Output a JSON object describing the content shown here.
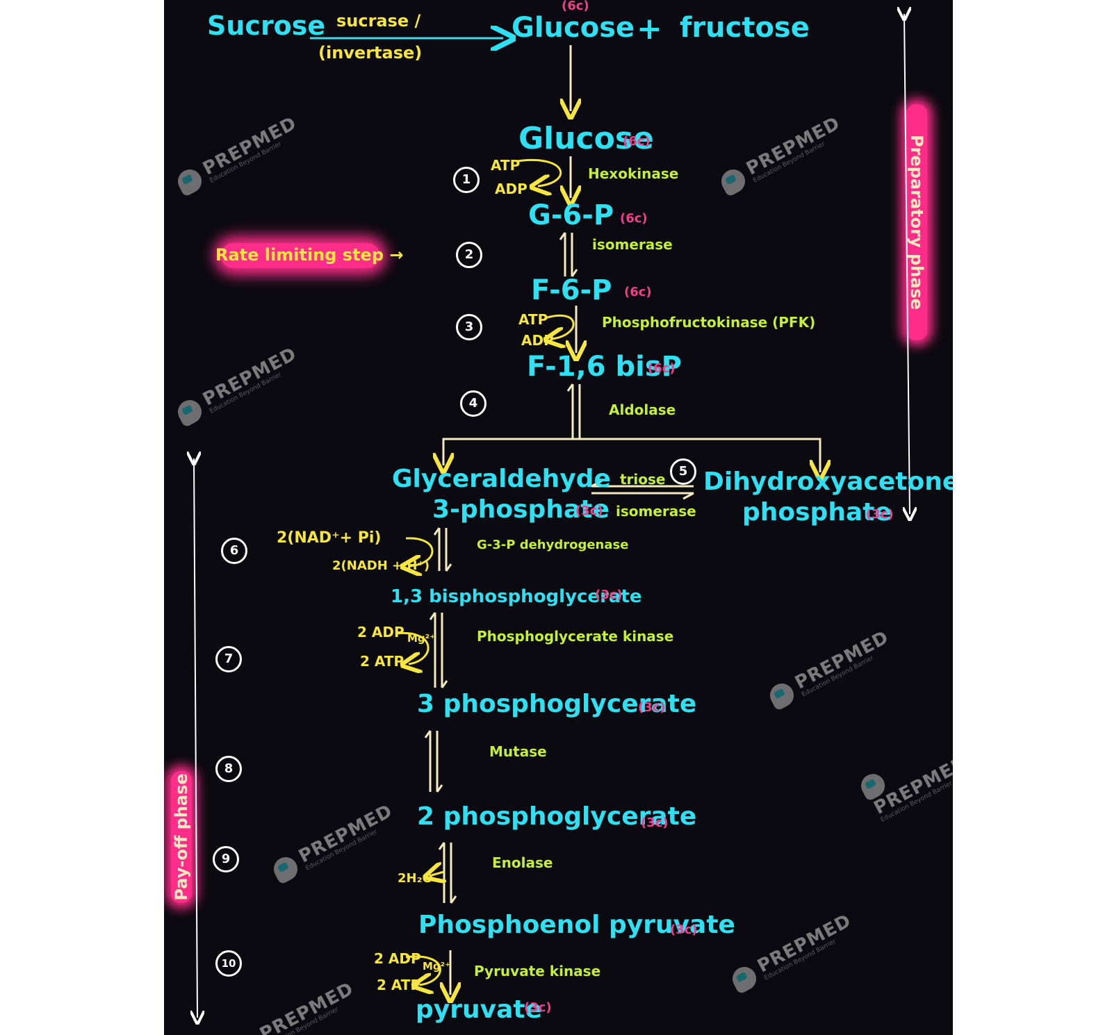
{
  "top": {
    "sucrose": "Sucrose",
    "enzyme_top": "sucrase /",
    "enzyme_bottom": "(invertase)",
    "glucose": "Glucose",
    "glucose_cc": "(6c)",
    "plus": "+",
    "fructose": "fructose"
  },
  "molecules": {
    "glucose": "Glucose",
    "glucose_cc": "(6c)",
    "g6p": "G-6-P",
    "g6p_cc": "(6c)",
    "f6p": "F-6-P",
    "f6p_cc": "(6c)",
    "f16bp": "F-1,6 bisP",
    "f16bp_cc": "(6c)",
    "gap_line1": "Glyceraldehyde",
    "gap_line2": "3-phosphate",
    "gap_cc": "(3c)",
    "dhap_line1": "Dihydroxyacetone",
    "dhap_line2": "phosphate",
    "dhap_cc": "(3c)",
    "bpg": "1,3 bisphosphoglycerate",
    "bpg_cc": "(3c)",
    "pg3": "3 phosphoglycerate",
    "pg3_cc": "(3c)",
    "pg2": "2 phosphoglycerate",
    "pg2_cc": "(3c)",
    "pep": "Phosphoenol pyruvate",
    "pep_cc": "(3c)",
    "pyruvate": "pyruvate",
    "pyruvate_cc": "(3c)"
  },
  "enzymes": {
    "e1": "Hexokinase",
    "e2": "isomerase",
    "e3": "Phosphofructokinase (PFK)",
    "e4": "Aldolase",
    "e5_line1": "triose",
    "e5_line2": "isomerase",
    "e6": "G-3-P dehydrogenase",
    "e7": "Phosphoglycerate kinase",
    "e8": "Mutase",
    "e9": "Enolase",
    "e10": "Pyruvate kinase"
  },
  "cofactors": {
    "s1_in": "ATP",
    "s1_out": "ADP",
    "s3_in": "ATP",
    "s3_out": "ADP",
    "s6_in": "2(NAD⁺+ Pi)",
    "s6_out": "2(NADH + H⁺)",
    "s7_in": "2 ADP",
    "s7_out": "2 ATP",
    "s7_mg": "Mg²⁺",
    "s9_out": "2H₂O",
    "s10_in": "2 ADP",
    "s10_out": "2 ATP",
    "s10_mg": "Mg²⁺"
  },
  "steps": [
    "1",
    "2",
    "3",
    "4",
    "5",
    "6",
    "7",
    "8",
    "9",
    "10"
  ],
  "labels": {
    "rate_limiting": "Rate limiting step →",
    "preparatory": "Preparatory phase",
    "payoff": "Pay-off phase"
  },
  "watermark": {
    "brand": "PREPMED",
    "tagline": "Education Beyond Barrier"
  },
  "colors": {
    "background": "#0b0a10",
    "metabolite": "#2fe0f2",
    "enzyme": "#c6ef3a",
    "cofactor": "#f7e640",
    "carbon": "#f0408a",
    "highlight": "#ff2d8a"
  }
}
